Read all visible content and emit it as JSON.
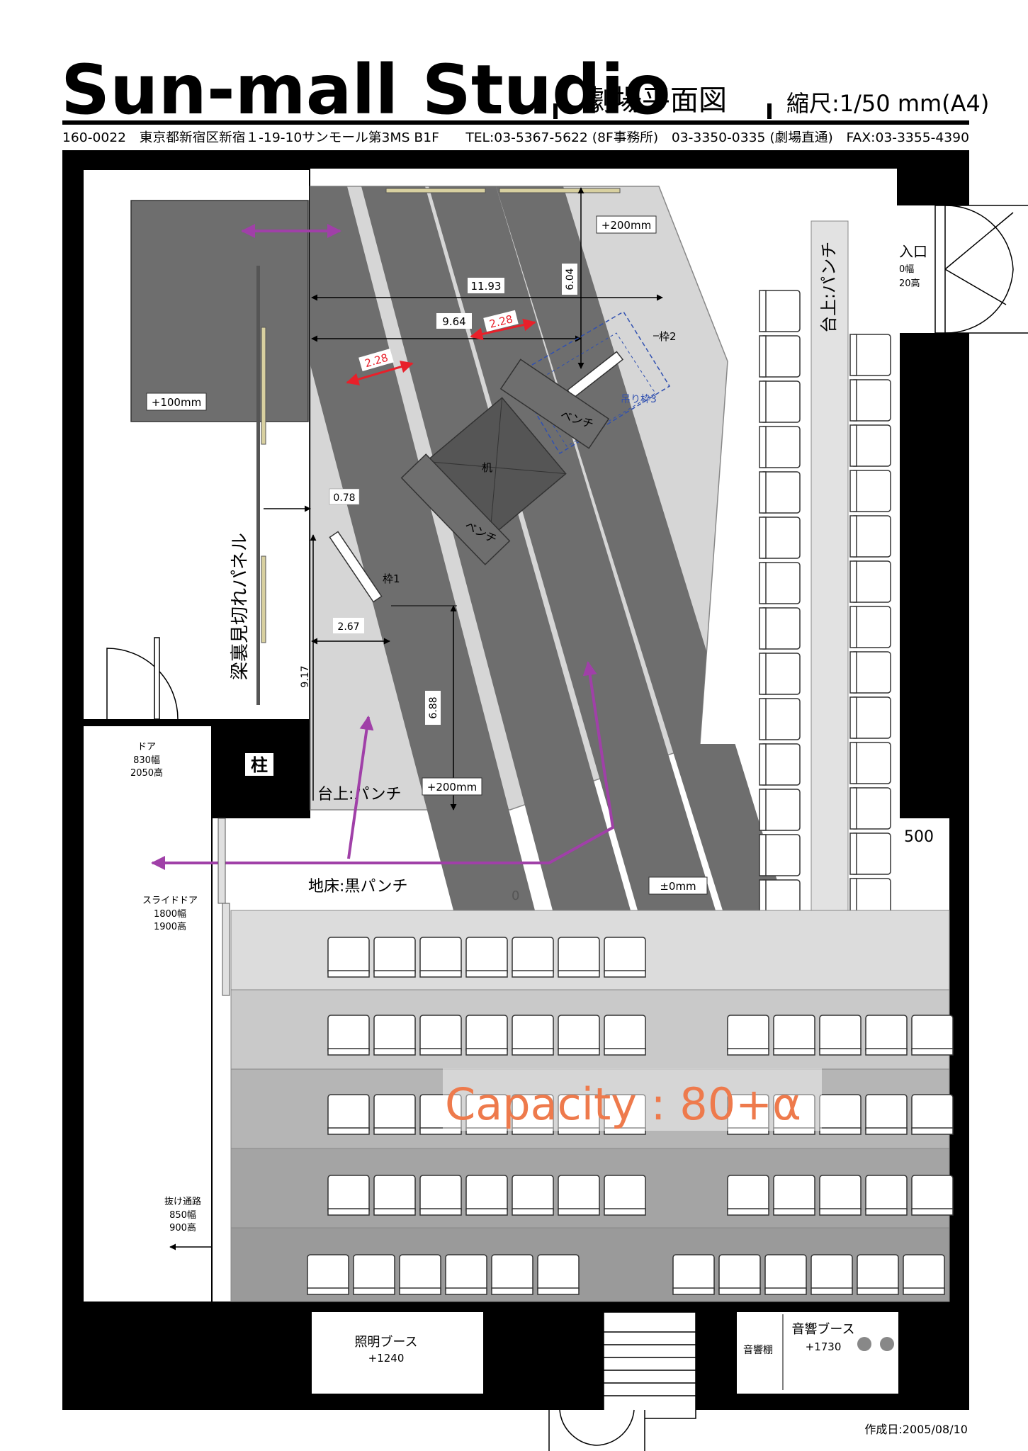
{
  "header": {
    "title": "Sun-mall Studio",
    "subtitle": "劇場平面図",
    "scale": "縮尺:1/50 mm(A4)",
    "address": "160-0022　東京都新宿区新宿１-19-10サンモール第3MS B1F　　TEL:03-5367-5622 (8F事務所)　03-3350-0335 (劇場直通)　FAX:03-3355-4390"
  },
  "footer": {
    "created": "作成日:2005/08/10"
  },
  "dimensions": {
    "d1193": "11.93",
    "d964": "9.64",
    "d228a": "2.28",
    "d228b": "2.28",
    "d604": "6.04",
    "d078": "0.78",
    "d267": "2.67",
    "d917": "9.17",
    "d688": "6.88"
  },
  "labels": {
    "plus200top": "+200mm",
    "plus100": "+100mm",
    "plus200bottom": "+200mm",
    "pm0": "±0mm",
    "frame1": "枠1",
    "frame2": "枠2",
    "hanging_frame": "吊り枠3",
    "bench1": "ベンチ",
    "bench2": "ベンチ",
    "desk": "机",
    "panel": "梁裏見切れパネル",
    "pillar": "柱",
    "stage_top": "台上:パンチ",
    "floor": "地床:黒パンチ",
    "platform_right": "台上:パンチ",
    "entrance": "入口",
    "entrance_w": "0幅",
    "entrance_h": "20高",
    "five_hundred": "500",
    "door": "ドア",
    "door_w": "830幅",
    "door_h": "2050高",
    "slide_door": "スライドドア",
    "slide_w": "1800幅",
    "slide_h": "1900高",
    "passage": "抜け通路",
    "passage_w": "850幅",
    "passage_h": "900高",
    "lighting_booth": "照明ブース",
    "lighting_h": "+1240",
    "sound_booth": "音響ブース",
    "sound_h": "+1730",
    "sound_shelf": "音響棚",
    "capacity": "Capacity : 80+α",
    "stray_zero": "0"
  },
  "colors": {
    "wall": "#000000",
    "stage_light": "#d6d6d6",
    "stage_dark": "#6e6e6e",
    "seating_floor": "#9e9e9e",
    "arrow": "#a040a8",
    "dimension_red": "#e8202a",
    "hanging_blue": "#3050b0",
    "capacity_text": "#ee7a4c"
  }
}
